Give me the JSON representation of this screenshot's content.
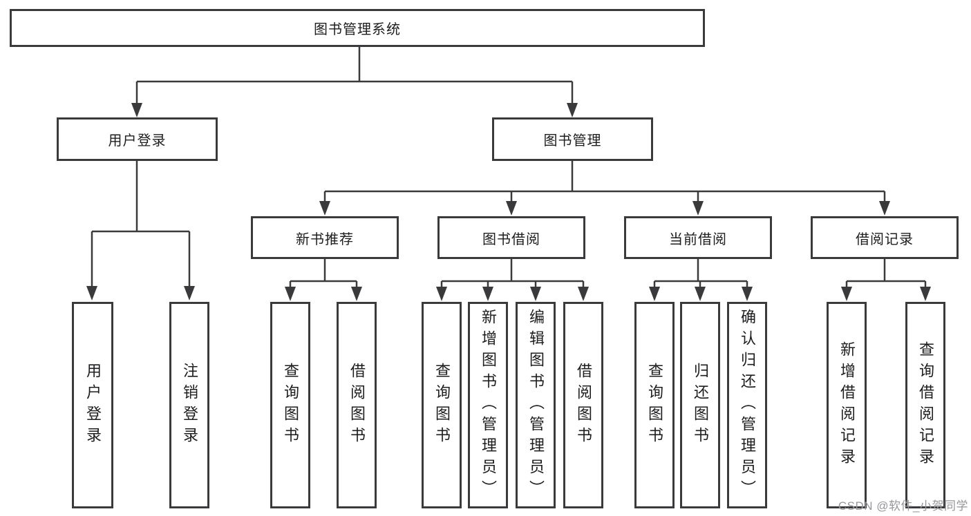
{
  "diagram": {
    "type": "hierarchy-tree",
    "colors": {
      "line": "#3a3a3c",
      "border": "#3a3a3c",
      "text": "#1d1d1f",
      "background": "#ffffff",
      "watermark": "#96969b"
    },
    "tree": {
      "label": "图书管理系统",
      "children": [
        {
          "label": "用户登录",
          "children": [
            {
              "label": "用户登录"
            },
            {
              "label": "注销登录"
            }
          ]
        },
        {
          "label": "图书管理",
          "children": [
            {
              "label": "新书推荐",
              "children": [
                {
                  "label": "查询图书"
                },
                {
                  "label": "借阅图书"
                }
              ]
            },
            {
              "label": "图书借阅",
              "children": [
                {
                  "label": "查询图书"
                },
                {
                  "label": "新增图书（管理员）"
                },
                {
                  "label": "编辑图书（管理员）"
                },
                {
                  "label": "借阅图书"
                }
              ]
            },
            {
              "label": "当前借阅",
              "children": [
                {
                  "label": "查询图书"
                },
                {
                  "label": "归还图书"
                },
                {
                  "label": "确认归还（管理员）"
                }
              ]
            },
            {
              "label": "借阅记录",
              "children": [
                {
                  "label": "新增借阅记录"
                },
                {
                  "label": "查询借阅记录"
                }
              ]
            }
          ]
        }
      ]
    },
    "watermark": {
      "text": "CSDN @软件_小贺同学"
    }
  }
}
